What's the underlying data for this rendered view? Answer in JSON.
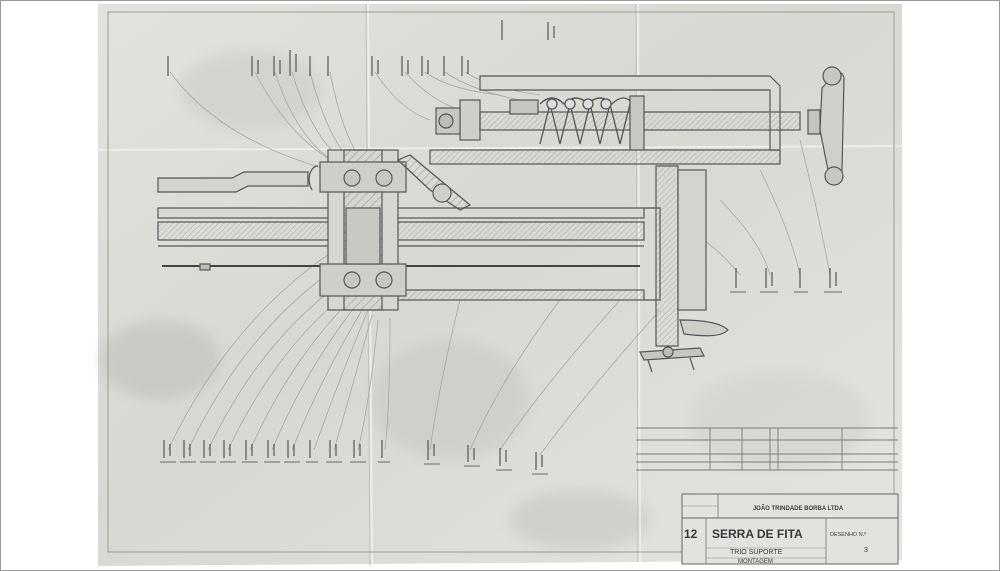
{
  "title_block": {
    "company": "JOÃO TRINDADE BORBA LTDA",
    "sheet_number": "12",
    "machine_name": "SERRA DE FITA",
    "subtitle": "TRIO SUPORTE",
    "subtitle_2": "MONTAGEM",
    "drawing_label": "DESENHO N.º",
    "drawing_number": "3"
  },
  "colors": {
    "paper": "#dcdcd8",
    "paper_light": "#e6e6e2",
    "ink": "#5a5a5a",
    "ink_dark": "#3c3c3c",
    "hatch": "#8a8a8a",
    "page_bg": "#ffffff"
  }
}
